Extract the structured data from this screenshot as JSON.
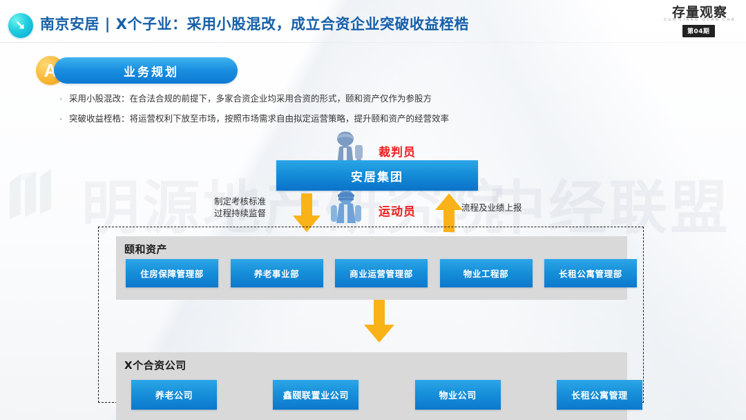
{
  "header": {
    "logo_icon": "arrow-down-right-circle-icon",
    "title": "南京安居 | X个子业：采用小股混改，成立合资企业突破收益桎梏",
    "brand": {
      "name": "存量观察",
      "pinyin": "CUN LIANG GUAN CHA",
      "badge": "第04期"
    }
  },
  "section": {
    "badge_letter": "A",
    "label": "业务规划"
  },
  "bullets": [
    {
      "marker": "·",
      "text": "采用小股混改：在合法合规的前提下，多家合资企业均采用合资的形式，颐和资产仅作为参股方"
    },
    {
      "marker": "·",
      "text": "突破收益桎梏：将运营权利下放至市场，按照市场需求自由拟定运营策略，提升颐和资产的经营效率"
    }
  ],
  "watermark": {
    "left": "明源地产研究院",
    "right": "中经联盟"
  },
  "diagram": {
    "group_box": "安居集团",
    "role_referee": "裁判员",
    "role_athlete": "运动员",
    "arrow_label_left": "制定考核标准\n过程持续监督",
    "arrow_label_left_line1": "制定考核标准",
    "arrow_label_left_line2": "过程持续监督",
    "arrow_label_right": "流程及业绩上报",
    "panels": [
      {
        "title": "颐和资产",
        "chips": [
          "住房保障管理部",
          "养老事业部",
          "商业运营管理部",
          "物业工程部",
          "长租公寓管理部"
        ]
      },
      {
        "title": "X个合资公司",
        "chips": [
          "养老公司",
          "鑫颐联置业公司",
          "物业公司",
          "长租公寓管理"
        ]
      }
    ]
  },
  "colors": {
    "title_blue": "#165fa8",
    "chip_blue": "#1790da",
    "accent_orange": "#f9b733",
    "arrow_orange": "#f9b318",
    "role_red": "#ee1d1d",
    "panel_grey": "#d9d9d9"
  }
}
